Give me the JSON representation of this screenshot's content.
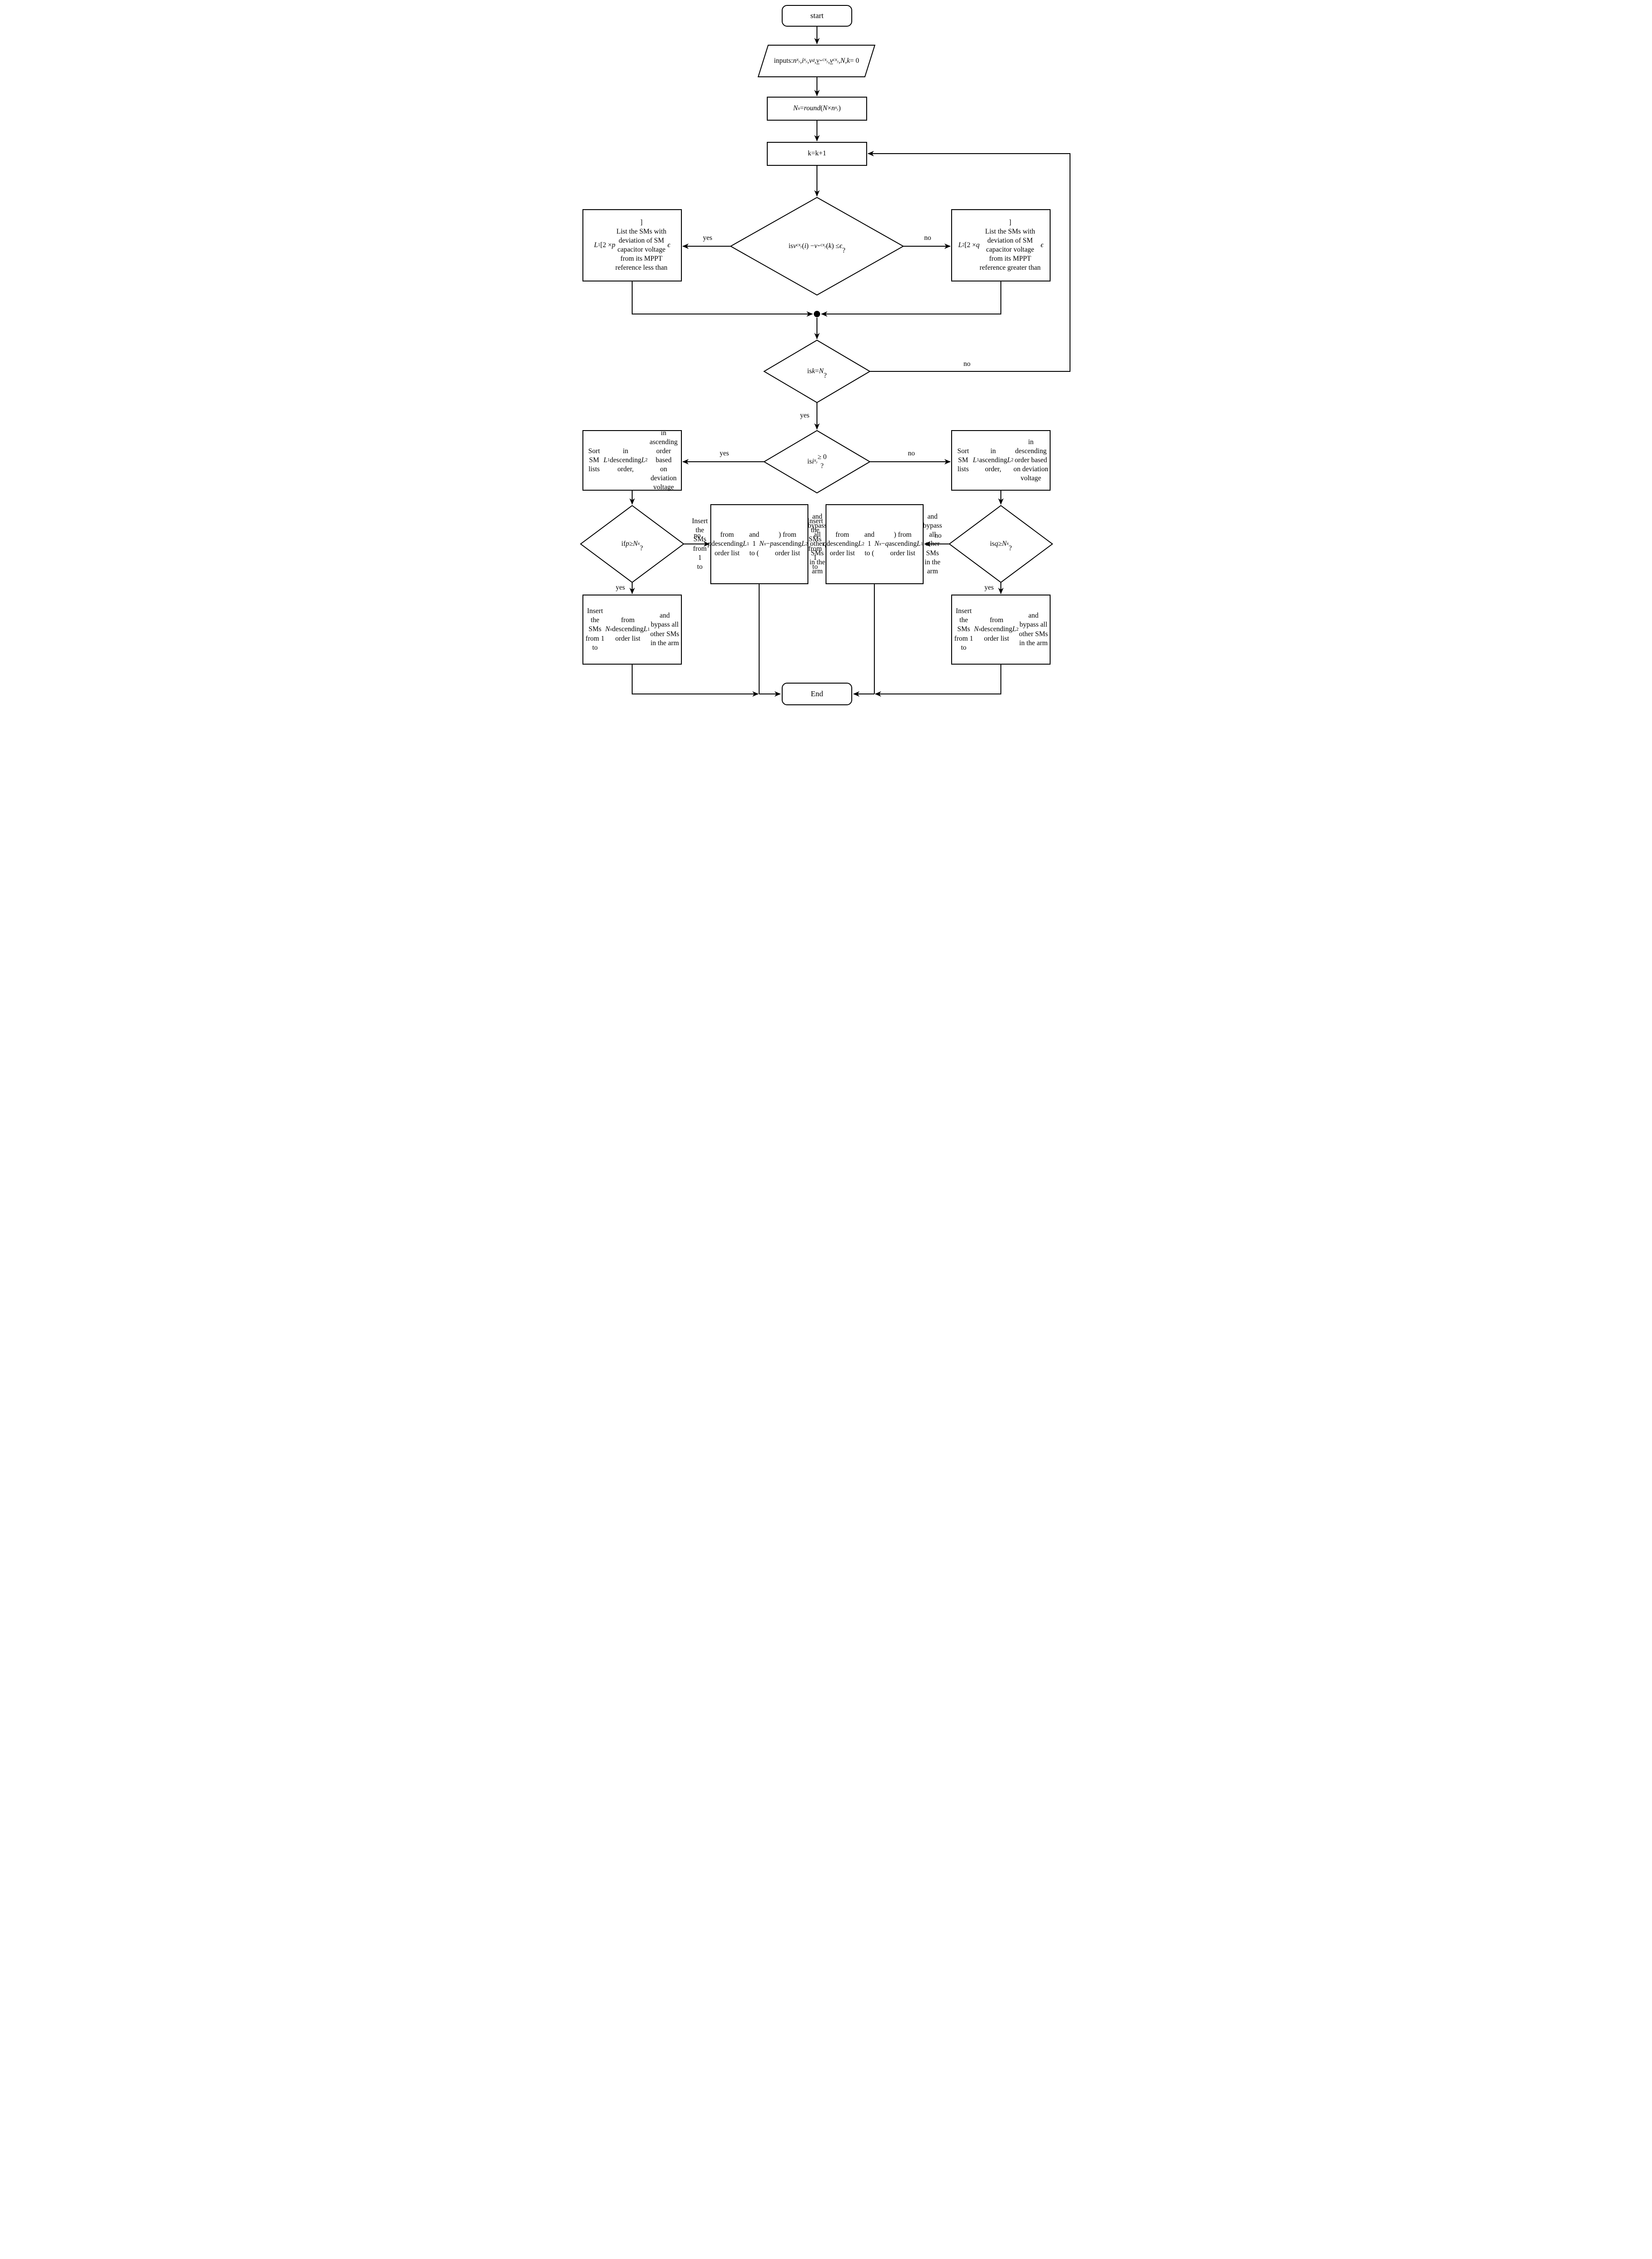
{
  "diagram": {
    "type": "flowchart",
    "colors": {
      "ink": "#000000",
      "background": "#ffffff"
    },
    "nodes": {
      "start": {
        "label": "start",
        "shape": "terminator"
      },
      "inputs": {
        "label": "inputs: *n*_{*x*_{*y*}}, *i*_{*x*_{*y*}}, *v*_{*d*},\n~*v*~^{⋆}_{*cx*_{*y*}}, ~*v*~_{*cx*_{*y*}}, *N*, *k* = 0",
        "shape": "parallelogram"
      },
      "assign_nx": {
        "label": "*N*_{*x*} = *round*(*N* × *n*_{*x*_{*y*}})",
        "shape": "process"
      },
      "increment_k": {
        "label": "k=k+1",
        "shape": "process"
      },
      "decision_deviation": {
        "label": "is\n*v*_{*cx*_{*y*}}(*i*) − *v*^{⋆}_{*cx*_{*y*}}(*k*) ≤ *ϵ*\n?",
        "shape": "decision"
      },
      "list_l1": {
        "label": "*L*_{1}[2 × *p*]\nList the SMs with\ndeviation of SM\ncapacitor voltage\nfrom its MPPT\nreference less than *ϵ*",
        "shape": "process"
      },
      "list_l2": {
        "label": "*L*_{2}[2 × *q*]\nList the SMs with\ndeviation of SM\ncapacitor voltage\nfrom its MPPT\nreference greater than *ϵ*",
        "shape": "process"
      },
      "decision_k_equals_n": {
        "label": "is\n*k* = *N*\n?",
        "shape": "decision"
      },
      "decision_current": {
        "label": "is\n*i*_{*x*_{*y*}} ≥ 0\n?",
        "shape": "decision"
      },
      "sort_desc_asc": {
        "label": "Sort SM lists *L*_{1} in\ndescending order, *L*_{2} in\nascending order based\non deviation voltage",
        "shape": "process"
      },
      "sort_asc_desc": {
        "label": "Sort SM lists *L*_{1} in\nascending order, *L*_{2} in\ndescending order based\non deviation voltage",
        "shape": "process"
      },
      "decision_p": {
        "label": "if\n*p* ≥ *N*_{*x*}\n?",
        "shape": "decision"
      },
      "decision_q": {
        "label": "is\n*q* ≥ *N*_{*x*}\n?",
        "shape": "decision"
      },
      "insert_p_mix": {
        "label": "Insert the SMs from 1\nto *p* from descending\norder list *L*_{1} and 1\nto (*N*_{*x*} − *p*) from\nascending order list\n*L*_{2} and bypass all\nother SMs in the arm",
        "shape": "process"
      },
      "insert_q_mix": {
        "label": "Insert the SMs from 1\nto *q* from descending\norder list *L*_{2} and 1\nto (*N*_{*x*} − *q*) from\nascending order list\n*L*_{1} and bypass all\nother SMs in the arm",
        "shape": "process"
      },
      "insert_all_l1": {
        "label": "Insert the SMs\nfrom 1 to *N*_{*x*} from\ndescending order list\n*L*_{1} and bypass all\nother SMs in the arm",
        "shape": "process"
      },
      "insert_all_l2": {
        "label": "Insert the SMs\nfrom 1 to *N*_{*x*} from\ndescending order list\n*L*_{2} and bypass all\nother SMs in the arm",
        "shape": "process"
      },
      "end": {
        "label": "End",
        "shape": "terminator"
      }
    },
    "edge_labels": {
      "deviation_yes": "yes",
      "deviation_no": "no",
      "k_equals_n_yes": "yes",
      "k_equals_n_no": "no",
      "current_yes": "yes",
      "current_no": "no",
      "p_yes": "yes",
      "p_no": "no",
      "q_yes": "yes",
      "q_no": "no"
    }
  }
}
